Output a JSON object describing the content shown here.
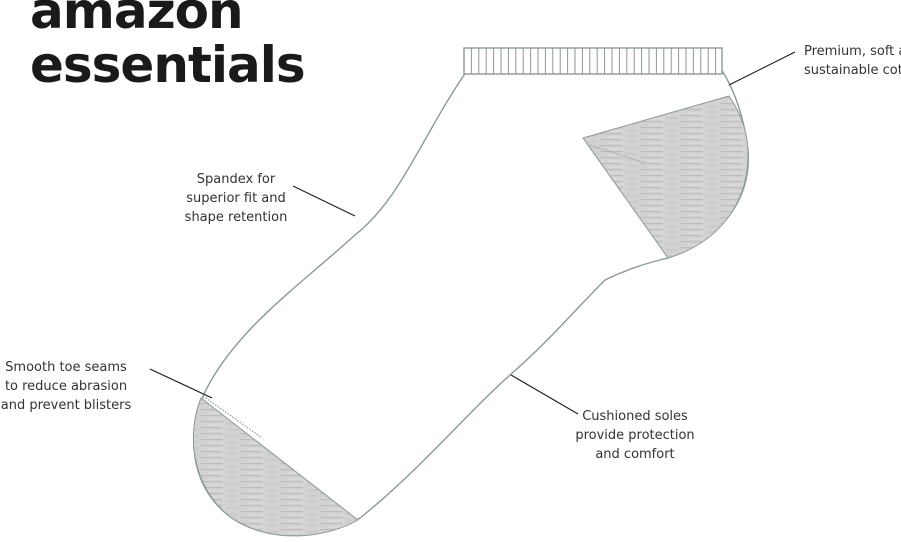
{
  "brand": {
    "line1": "amazon",
    "line2": "essentials"
  },
  "callouts": {
    "spandex": [
      "Spandex for",
      "superior fit and",
      "shape retention"
    ],
    "premium": [
      "Premium, soft a",
      "sustainable cot"
    ],
    "toe": [
      "Smooth toe seams",
      "to reduce abrasion",
      "and prevent blisters"
    ],
    "cushion": [
      "Cushioned soles",
      "provide protection",
      "and comfort"
    ]
  },
  "colors": {
    "outline": "#8a9a95",
    "heather": "#cfcfcf",
    "text": "#333333",
    "brand": "#1a1a1a",
    "leader": "#222222"
  }
}
